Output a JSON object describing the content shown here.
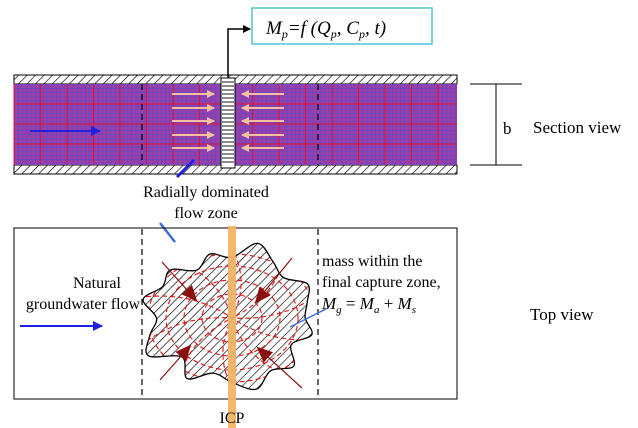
{
  "formula_box": {
    "m": "M",
    "p_sub": "p",
    "eq_f": "=f (",
    "q": "Q",
    "q_sub": "p",
    "comma1": ", ",
    "c": "C",
    "c_sub": "p",
    "tail": ", t)"
  },
  "section": {
    "thickness_label": "b",
    "view_label": "Section view"
  },
  "labels": {
    "radial_line1": "Radially dominated",
    "radial_line2": "flow zone",
    "natural_line1": "Natural",
    "natural_line2": "groundwater flow",
    "mass_line1": "mass within the",
    "mass_line2": "final capture zone,",
    "mass_eq": {
      "mg": "M",
      "g_sub": "g",
      "eq": " = ",
      "ma": "M",
      "a_sub": "a",
      "plus": " + ",
      "ms": "M",
      "s_sub": "s"
    },
    "icp": "ICP",
    "top_view": "Top view"
  },
  "colors": {
    "formula_border": "#5bc8d8",
    "aquifer_fill": "#9a3ea8",
    "grid_fine": "#3b50e0",
    "grid_coarse": "#e0142c",
    "flow_arrow": "#1e22e0",
    "radial_arrow": "#f5c0a0",
    "icp_bar": "#f2b266",
    "capture_arrow": "#8a1010",
    "streamline": "#e01010",
    "leader_line": "#3a6fd8"
  }
}
